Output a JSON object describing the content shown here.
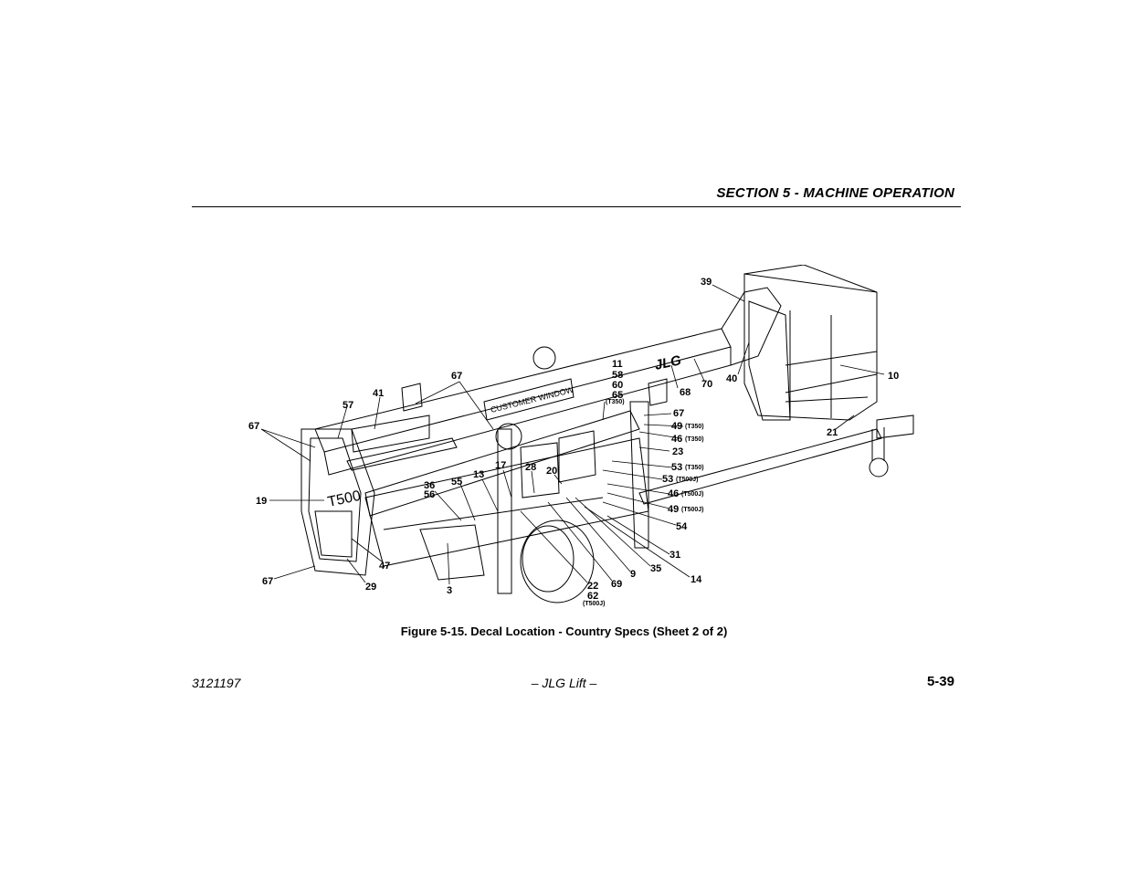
{
  "header": {
    "section_title": "SECTION 5 - MACHINE OPERATION"
  },
  "figure": {
    "caption": "Figure 5-15. Decal Location - Country Specs (Sheet 2 of 2)",
    "model_text": "T500",
    "window_text": "CUSTOMER WINDOW",
    "brand_text": "JLG",
    "callouts": {
      "c39": "39",
      "c10": "10",
      "c40": "40",
      "c21": "21",
      "c11": "11",
      "c58": "58",
      "c60": "60",
      "c65": "65",
      "t350_a": "(T350)",
      "c68": "68",
      "c70": "70",
      "c67_right": "67",
      "c49a": "49",
      "t350_b": "(T350)",
      "c46a": "46",
      "t350_c": "(T350)",
      "c23": "23",
      "c53a": "53",
      "t350_d": "(T350)",
      "c53b": "53",
      "t500j_a": "(T500J)",
      "c46b": "46",
      "t500j_b": "(T500J)",
      "c49b": "49",
      "t500j_c": "(T500J)",
      "c54": "54",
      "c31": "31",
      "c14": "14",
      "c35": "35",
      "c9": "9",
      "c69": "69",
      "c22": "22",
      "c62": "62",
      "t500j_d": "(T500J)",
      "c3": "3",
      "c29": "29",
      "c47": "47",
      "c67_bottom": "67",
      "c19": "19",
      "c67_left": "67",
      "c57": "57",
      "c41": "41",
      "c67_top": "67",
      "c36": "36",
      "c56": "56",
      "c55": "55",
      "c13": "13",
      "c17": "17",
      "c28": "28",
      "c20": "20"
    }
  },
  "footer": {
    "doc_number": "3121197",
    "center": "– JLG Lift –",
    "page": "5-39"
  }
}
